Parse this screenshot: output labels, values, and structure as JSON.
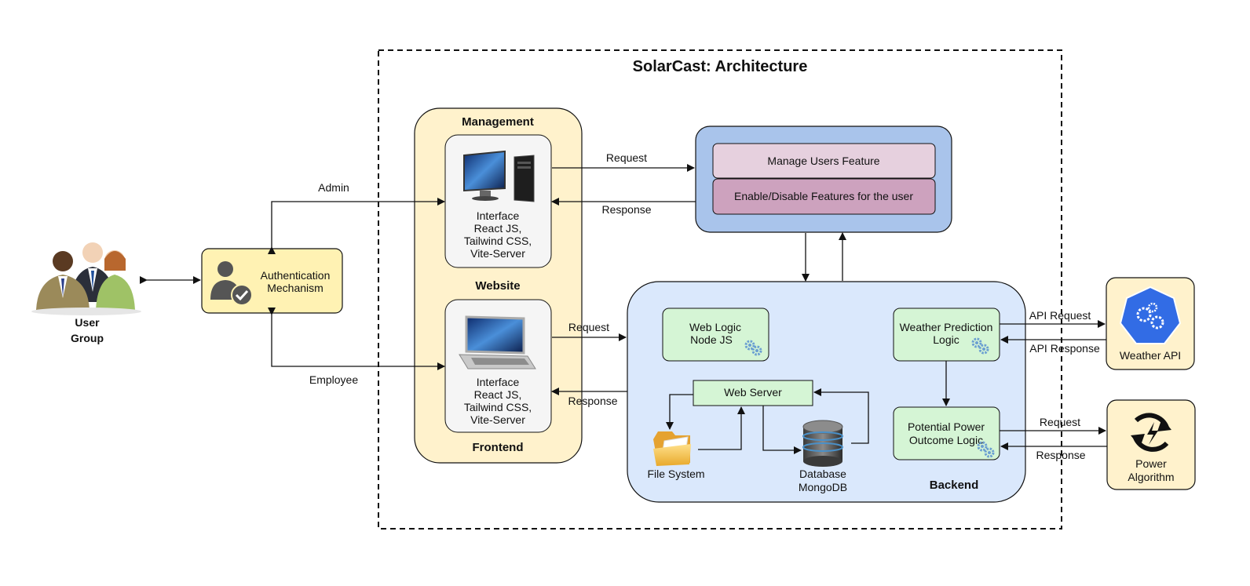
{
  "title": "SolarCast: Architecture",
  "actors": {
    "user_group": [
      "User",
      "Group"
    ],
    "authentication": [
      "Authentication",
      "Mechanism"
    ]
  },
  "edge_labels": {
    "admin": "Admin",
    "employee": "Employee",
    "request_mgmt": "Request",
    "response_mgmt": "Response",
    "request_backend": "Request",
    "response_backend": "Response",
    "api_request": "API Request",
    "api_response": "API Response",
    "power_request": "Request",
    "power_response": "Response"
  },
  "frontend": {
    "label": "Frontend",
    "management_label": "Management",
    "website_label": "Website",
    "management_interface": [
      "Interface",
      "React JS,",
      "Tailwind CSS,",
      "Vite-Server"
    ],
    "website_interface": [
      "Interface",
      "React JS,",
      "Tailwind CSS,",
      "Vite-Server"
    ]
  },
  "management_panel": {
    "feature_1": "Manage Users Feature",
    "feature_2": "Enable/Disable Features for the user"
  },
  "backend": {
    "label": "Backend",
    "web_logic": [
      "Web Logic",
      "Node JS"
    ],
    "web_server": "Web Server",
    "file_system": "File System",
    "database": [
      "Database",
      "MongoDB"
    ],
    "weather_logic": [
      "Weather Prediction",
      "Logic"
    ],
    "power_logic": [
      "Potential Power",
      "Outcome Logic"
    ]
  },
  "external": {
    "weather_api": "Weather API",
    "power_algorithm": [
      "Power",
      "Algorithm"
    ]
  },
  "colors": {
    "frontend_fill": "#fff2cc",
    "backend_fill": "#dae8fc",
    "mgmt_panel_fill": "#a9c4eb",
    "feature1_fill": "#e6d0de",
    "feature2_fill": "#cda2be",
    "logic_fill": "#d5f5d5",
    "auth_fill": "#fff2b3",
    "k8s_blue": "#326ce5"
  }
}
